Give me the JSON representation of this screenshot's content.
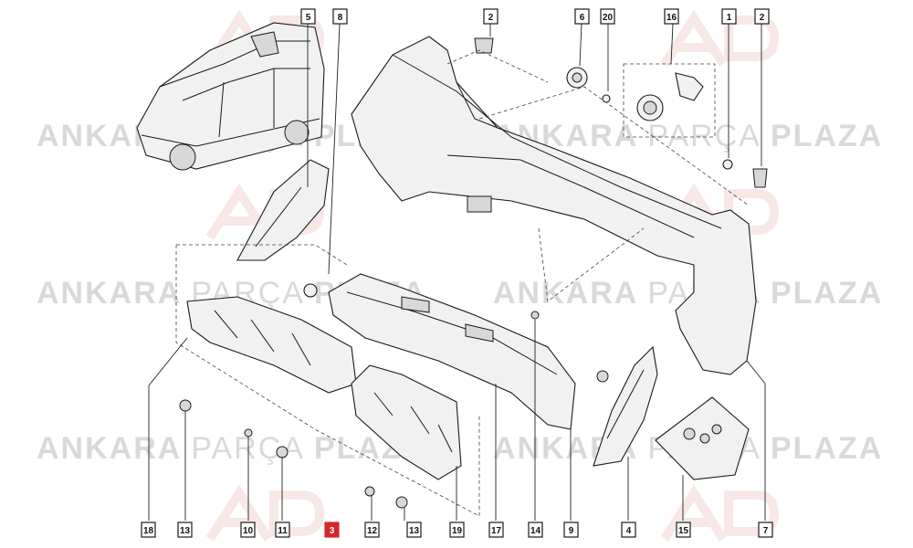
{
  "watermark": {
    "brand_a": "ANKARA",
    "brand_b": "PARÇA",
    "brand_c": "PLAZA"
  },
  "callouts": [
    {
      "id": "c5",
      "label": "5"
    },
    {
      "id": "c8",
      "label": "8"
    },
    {
      "id": "c2a",
      "label": "2"
    },
    {
      "id": "c6",
      "label": "6"
    },
    {
      "id": "c20",
      "label": "20"
    },
    {
      "id": "c16",
      "label": "16"
    },
    {
      "id": "c1",
      "label": "1"
    },
    {
      "id": "c2b",
      "label": "2"
    },
    {
      "id": "c18",
      "label": "18"
    },
    {
      "id": "c13a",
      "label": "13"
    },
    {
      "id": "c10",
      "label": "10"
    },
    {
      "id": "c11",
      "label": "11"
    },
    {
      "id": "c3",
      "label": "3",
      "highlight": true
    },
    {
      "id": "c12",
      "label": "12"
    },
    {
      "id": "c13b",
      "label": "13"
    },
    {
      "id": "c19",
      "label": "19"
    },
    {
      "id": "c17",
      "label": "17"
    },
    {
      "id": "c14",
      "label": "14"
    },
    {
      "id": "c9",
      "label": "9"
    },
    {
      "id": "c4",
      "label": "4"
    },
    {
      "id": "c15",
      "label": "15"
    },
    {
      "id": "c7",
      "label": "7"
    }
  ],
  "colors": {
    "highlight": "#d9262c",
    "line": "#1a1a1a",
    "watermark": "#d9d9d9"
  }
}
